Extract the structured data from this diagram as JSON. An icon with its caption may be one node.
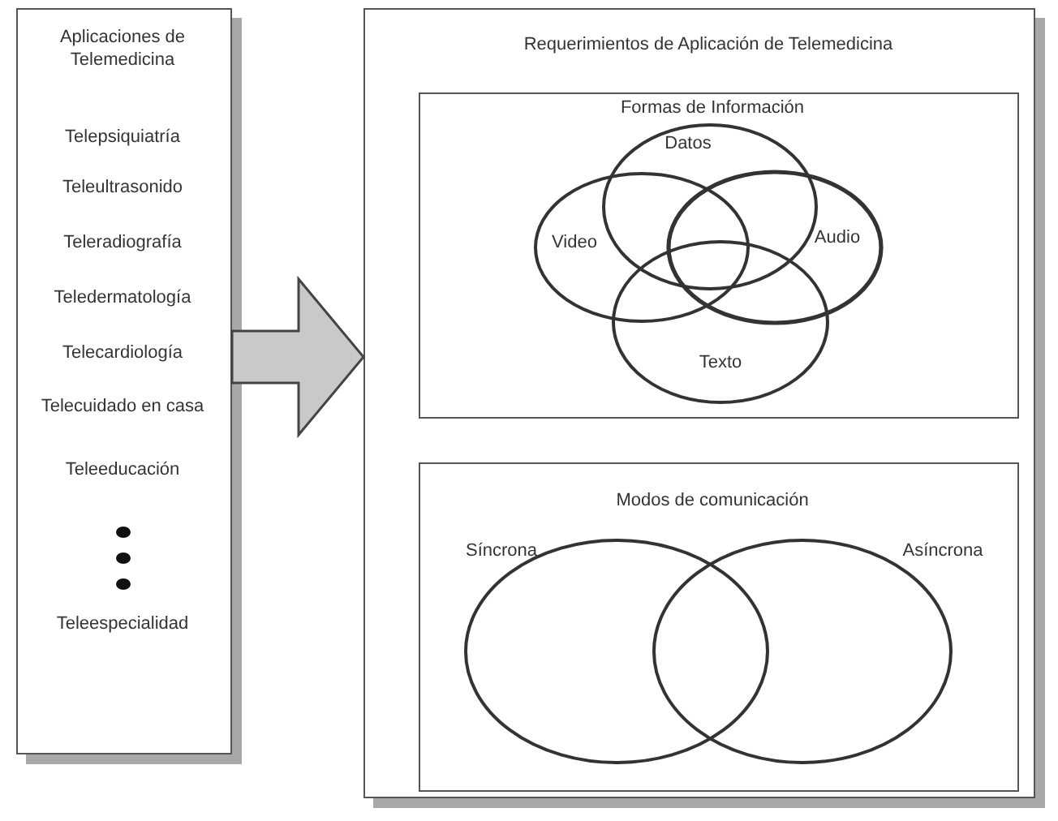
{
  "diagram": {
    "nodes": [
      {
        "text": [
          "Aplicaciones de Telemedicina",
          "Telepsiquiatría",
          "Teleultrasonido",
          "Teleradiografía",
          "Teledermatología",
          "Telecardiología",
          "Telecuidado en casa",
          "Teleeducación",
          "Teleespecialidad"
        ]
      },
      {
        "text": [
          "Requerimientos de Aplicación de Telemedicina"
        ]
      },
      {
        "text": [
          "Formas de Información"
        ],
        "in": 1
      },
      {
        "text": [
          "Datos"
        ],
        "in": 2
      },
      {
        "text": [
          "Video"
        ],
        "in": 2
      },
      {
        "text": [
          "Audio"
        ],
        "in": 2
      },
      {
        "text": [
          "Texto"
        ],
        "in": 2
      },
      {
        "text": [
          "Modos de comunicación"
        ],
        "in": 1
      },
      {
        "text": [
          "Síncrona"
        ],
        "in": 7
      },
      {
        "text": [
          "Asíncrona"
        ],
        "in": 7
      }
    ],
    "edges": [
      {
        "from": 0,
        "to": 1,
        "arrow": "to"
      }
    ]
  }
}
